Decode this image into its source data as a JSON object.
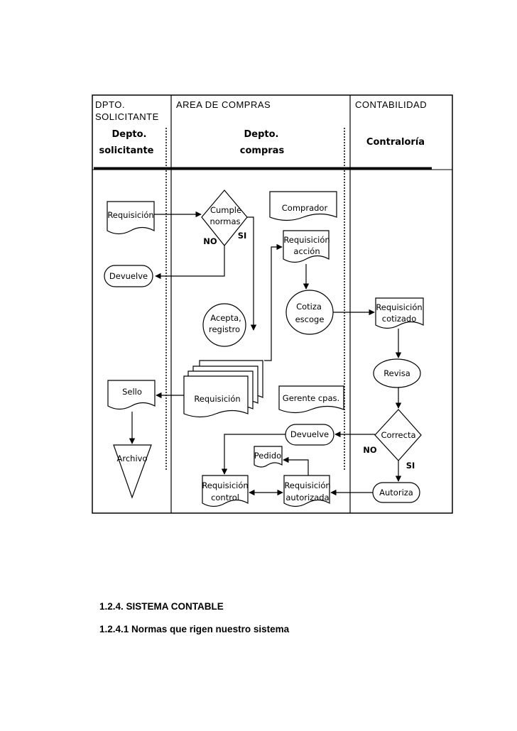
{
  "table": {
    "col1_header_line1": "DPTO.",
    "col1_header_line2": "SOLICITANTE",
    "col2_header": "AREA DE COMPRAS",
    "col3_header": "CONTABILIDAD"
  },
  "diagram": {
    "lanes": {
      "solicitante_line1": "Depto.",
      "solicitante_line2": "solicitante",
      "compras_line1": "Depto.",
      "compras_line2": "compras",
      "contraloria": "Contraloría"
    },
    "nodes": {
      "requisicion_doc": "Requisición",
      "cumple_line1": "Cumple",
      "cumple_line2": "normas",
      "no_label_1": "NO",
      "si_label_1": "SI",
      "devuelve_left": "Devuelve",
      "comprador": "Comprador",
      "req_accion_line1": "Requisición",
      "req_accion_line2": "acción",
      "acepta_line1": "Acepta,",
      "acepta_line2": "registro",
      "cotiza_line1": "Cotiza",
      "cotiza_line2": "escoge",
      "req_cotizado_line1": "Requisición",
      "req_cotizado_line2": "cotizado",
      "revisa": "Revisa",
      "sello": "Sello",
      "requisicion_stack": "Requisición",
      "gerente": "Gerente cpas.",
      "devuelve_mid": "Devuelve",
      "correcta": "Correcta",
      "no_label_2": "NO",
      "si_label_2": "SI",
      "archivo": "Archivo",
      "pedido": "Pedido",
      "req_control_line1": "Requisición",
      "req_control_line2": "control",
      "req_autorizada_line1": "Requisición",
      "req_autorizada_line2": "autorizada",
      "autoriza": "Autoriza"
    }
  },
  "headings": {
    "section": "1.2.4. SISTEMA CONTABLE",
    "subsection": "1.2.4.1 Normas que rigen nuestro sistema"
  }
}
